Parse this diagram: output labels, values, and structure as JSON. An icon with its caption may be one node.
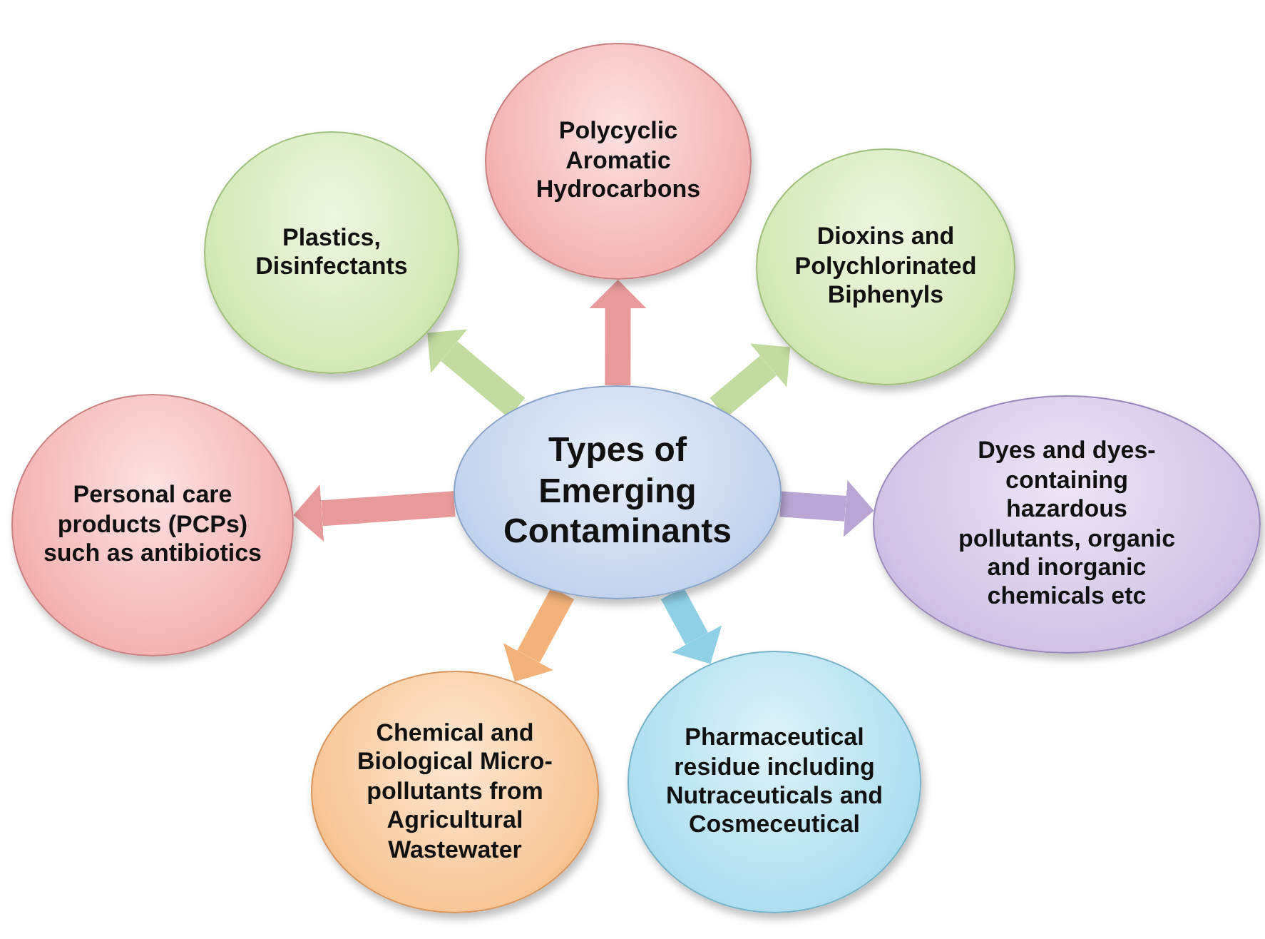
{
  "diagram": {
    "nodes": [
      {
        "text": [
          "Types of Emerging Contaminants"
        ]
      },
      {
        "text": [
          "Polycyclic Aromatic Hydrocarbons"
        ]
      },
      {
        "text": [
          "Plastics, Disinfectants"
        ]
      },
      {
        "text": [
          "Dioxins and Polychlorinated Biphenyls"
        ]
      },
      {
        "text": [
          "Personal care products (PCPs) such as antibiotics"
        ]
      },
      {
        "text": [
          "Dyes and dyes-containing hazardous pollutants, organic and inorganic chemicals etc"
        ]
      },
      {
        "text": [
          "Chemical and Biological Micro-pollutants from Agricultural Wastewater"
        ]
      },
      {
        "text": [
          "Pharmaceutical residue including Nutraceuticals and Cosmeceutical"
        ]
      }
    ],
    "edges": [
      {
        "from": 0,
        "to": 1,
        "arrow": "to",
        "color": "#e89a9a"
      },
      {
        "from": 0,
        "to": 2,
        "arrow": "to",
        "color": "#c2dba0"
      },
      {
        "from": 0,
        "to": 3,
        "arrow": "to",
        "color": "#c2dba0"
      },
      {
        "from": 0,
        "to": 4,
        "arrow": "to",
        "color": "#e89a9a"
      },
      {
        "from": 0,
        "to": 5,
        "arrow": "to",
        "color": "#b9a6d4"
      },
      {
        "from": 0,
        "to": 6,
        "arrow": "to",
        "color": "#f2b27a"
      },
      {
        "from": 0,
        "to": 7,
        "arrow": "to",
        "color": "#8fd0e6"
      }
    ]
  }
}
